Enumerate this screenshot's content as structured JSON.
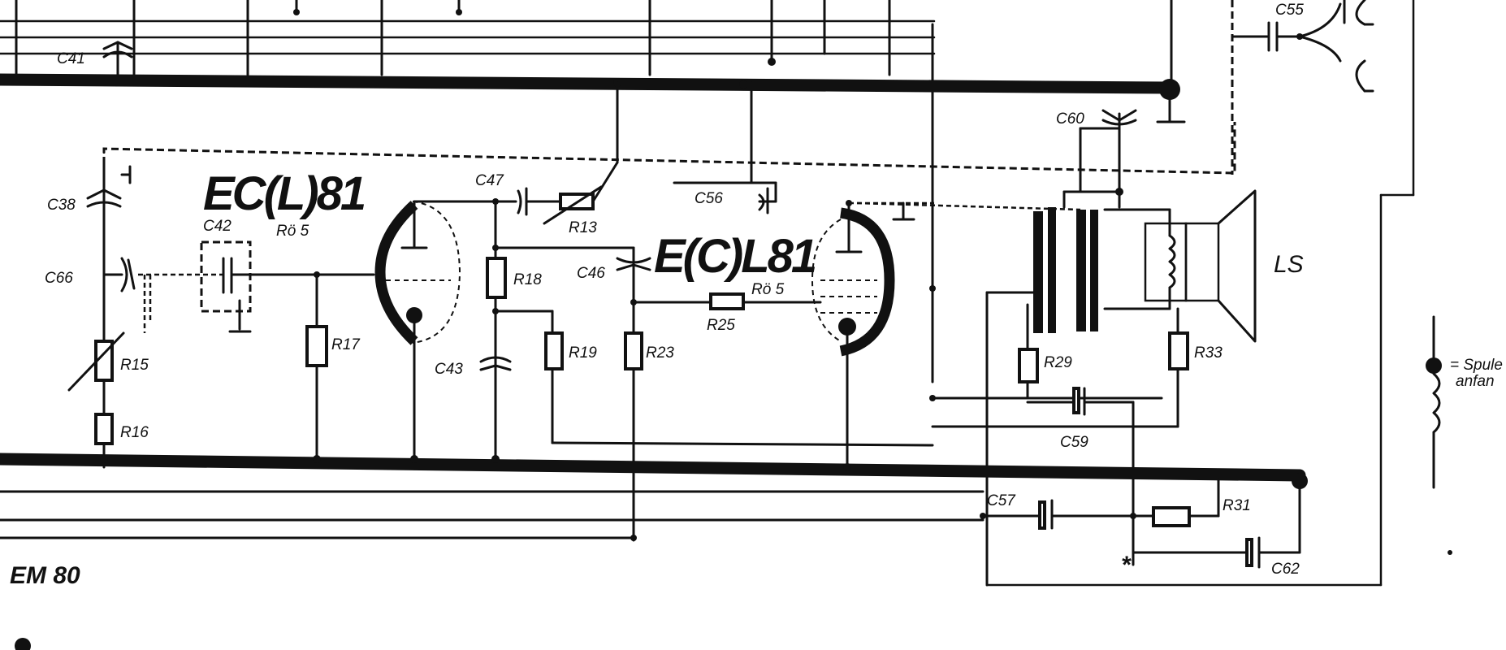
{
  "tubes": {
    "v1_name": "EC(L)81",
    "v1_sub": "Rö 5",
    "v2_name": "E(C)L81",
    "v2_sub": "Rö 5",
    "indicator": "EM 80"
  },
  "components": {
    "c41": "C41",
    "c55": "C55",
    "c60": "C60",
    "c38": "C38",
    "c66": "C66",
    "c42": "C42",
    "r15": "R15",
    "r16": "R16",
    "r17": "R17",
    "c47": "C47",
    "r13": "R13",
    "c56": "C56",
    "r18": "R18",
    "c46": "C46",
    "c43": "C43",
    "r19": "R19",
    "r23": "R23",
    "r25": "R25",
    "r29": "R29",
    "r33": "R33",
    "c59": "C59",
    "c57": "C57",
    "r31": "R31",
    "c62": "C62",
    "ls": "LS"
  },
  "legend": {
    "line1": "= Spule",
    "line2": "anfan"
  }
}
